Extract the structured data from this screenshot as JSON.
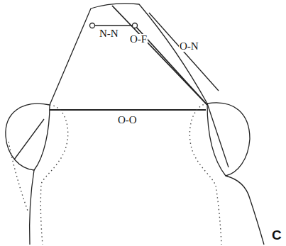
{
  "diagram": {
    "labels": [
      "N-N",
      "O-F",
      "O-N",
      "O-O",
      "C"
    ]
  }
}
